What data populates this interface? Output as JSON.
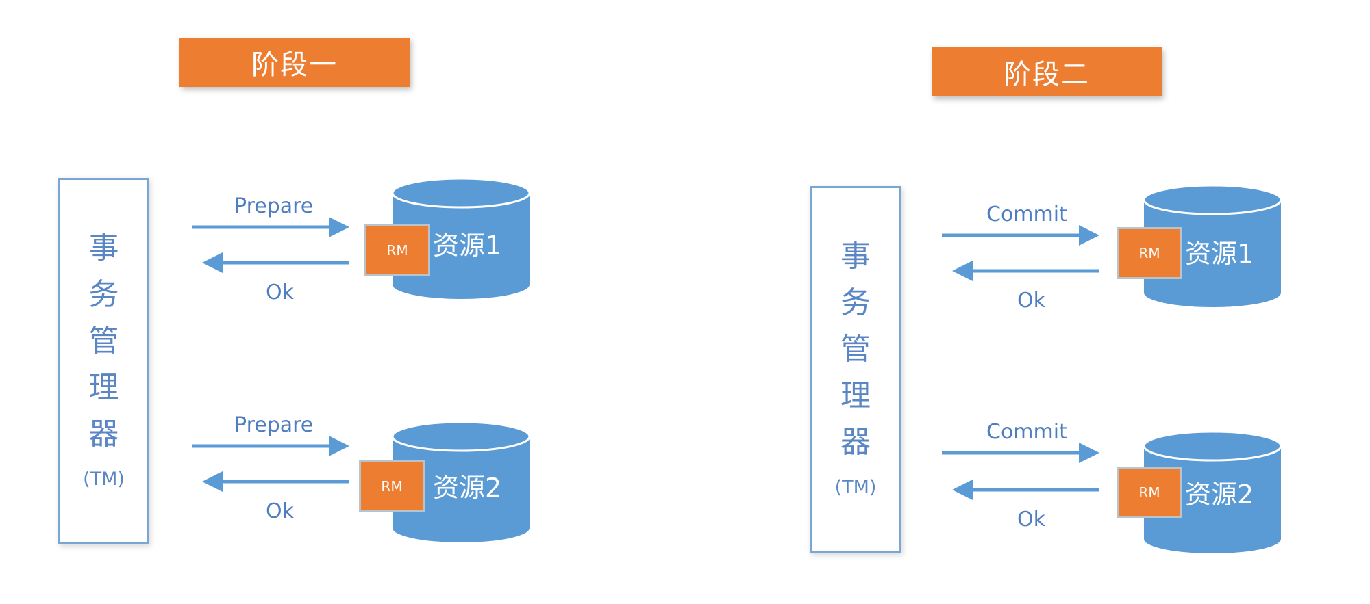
{
  "phases": [
    {
      "title": "阶段一",
      "tm": {
        "chars": [
          "事",
          "务",
          "管",
          "理",
          "器"
        ],
        "abbr": "(TM)"
      },
      "rows": [
        {
          "request": "Prepare",
          "response": "Ok",
          "rm": "RM",
          "resource": "资源1"
        },
        {
          "request": "Prepare",
          "response": "Ok",
          "rm": "RM",
          "resource": "资源2"
        }
      ]
    },
    {
      "title": "阶段二",
      "tm": {
        "chars": [
          "事",
          "务",
          "管",
          "理",
          "器"
        ],
        "abbr": "(TM)"
      },
      "rows": [
        {
          "request": "Commit",
          "response": "Ok",
          "rm": "RM",
          "resource": "资源1"
        },
        {
          "request": "Commit",
          "response": "Ok",
          "rm": "RM",
          "resource": "资源2"
        }
      ]
    }
  ],
  "colors": {
    "phase_fill": "#ed7d31",
    "arrow": "#5b9bd5",
    "cylinder": "#5b9bd5",
    "tm_border": "#7aa6d6"
  }
}
